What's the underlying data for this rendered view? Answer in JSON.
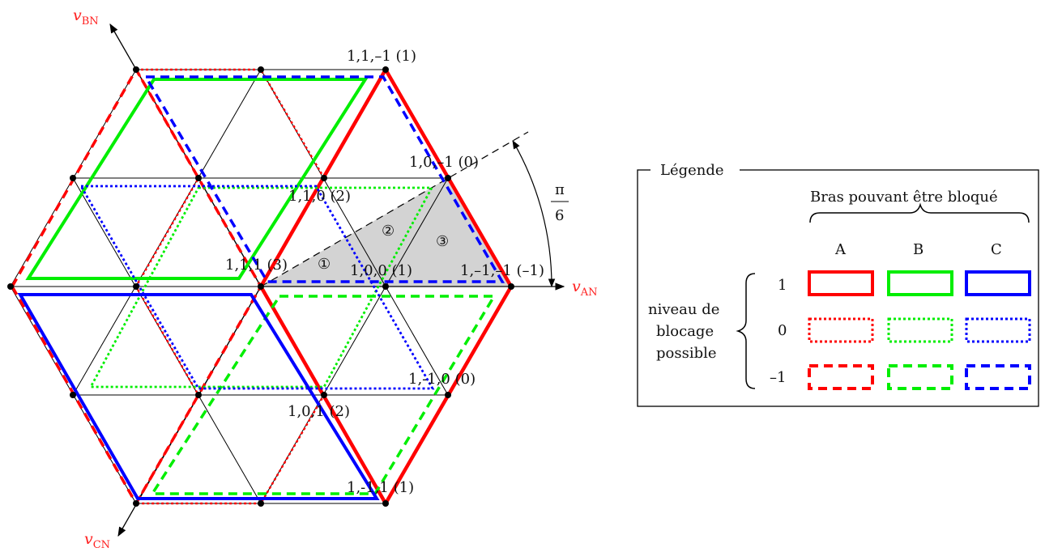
{
  "axes": {
    "a": {
      "symbol": "v",
      "sub": "AN"
    },
    "b": {
      "symbol": "v",
      "sub": "BN"
    },
    "c": {
      "symbol": "v",
      "sub": "CN"
    }
  },
  "vector_labels": {
    "v_1_1_m1": "1,1,–1 (1)",
    "v_1_0_m1": "1,0,–1 (0)",
    "v_1_1_0": "1,1,0 (2)",
    "v_1_1_1": "1,1,1 (3)",
    "v_1_0_0": "1,0,0 (1)",
    "v_1_m1_m1": "1,–1,–1 (–1)",
    "v_1_m1_0": "1,-1,0 (0)",
    "v_1_0_1": "1,0,1 (2)",
    "v_1_m1_1": "1,-1,1 (1)"
  },
  "sectors": {
    "s1": "①",
    "s2": "②",
    "s3": "③"
  },
  "angle": {
    "num": "π",
    "den": "6"
  },
  "legend": {
    "title": "Légende",
    "header": "Bras pouvant être bloqué",
    "columns": [
      "A",
      "B",
      "C"
    ],
    "row_title_lines": [
      "niveau de",
      "blocage",
      "possible"
    ],
    "rows": [
      "1",
      "0",
      "–1"
    ]
  },
  "colors": {
    "A": "#ff0000",
    "B": "#00ee00",
    "C": "#0000ff",
    "sector_fill": "#d3d3d3",
    "axis_label": "#ff2020"
  }
}
